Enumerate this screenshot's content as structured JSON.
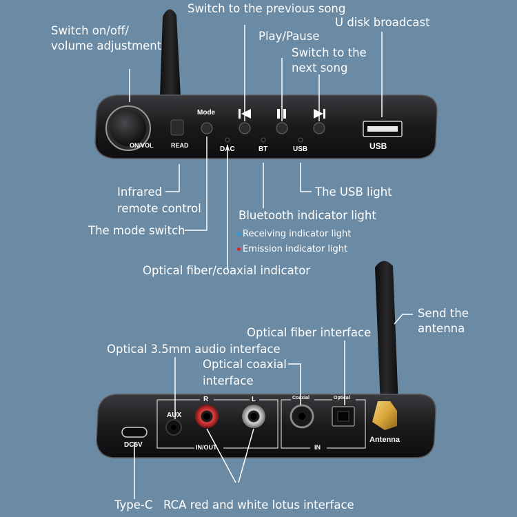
{
  "front": {
    "callouts": {
      "power_volume_line1": "Switch on/off/",
      "power_volume_line2": "volume adjustment",
      "previous_song": "Switch to the previous song",
      "play_pause": "Play/Pause",
      "next_song_line1": "Switch to the",
      "next_song_line2": "next song",
      "u_disk": "U disk broadcast",
      "infrared_line1": "Infrared",
      "infrared_line2": "remote control",
      "mode_switch": "The mode switch",
      "usb_light": "The USB light",
      "bluetooth_light": "Bluetooth indicator light",
      "receiving_light": "Receiving indicator light",
      "emission_light": "Emission indicator light",
      "optical_coaxial_indicator": "Optical fiber/coaxial indicator"
    },
    "device_labels": {
      "on_vol": "ON/VOL",
      "read": "READ",
      "mode": "Mode",
      "dac": "DAC",
      "bt": "BT",
      "usb_led": "USB",
      "usb_port": "USB"
    },
    "colors": {
      "receiving_dot": "#2f9be0",
      "emission_dot": "#d42a2a"
    }
  },
  "back": {
    "callouts": {
      "send_antenna_line1": "Send the",
      "send_antenna_line2": "antenna",
      "optical_fiber_interface": "Optical fiber interface",
      "optical_35_interface": "Optical 3.5mm audio interface",
      "optical_coaxial_line1": "Optical coaxial",
      "optical_coaxial_line2": "interface",
      "type_c": "Type-C",
      "rca": "RCA red and white lotus interface"
    },
    "device_labels": {
      "dc5v": "DC5V",
      "aux": "AUX",
      "r": "R",
      "l": "L",
      "in_out": "IN/OUT",
      "coaxial": "Coaxial",
      "optical": "Optical",
      "in": "IN",
      "antenna": "Antenna"
    }
  },
  "colors": {
    "background": "#6b8aa3",
    "device_body": "#1b1b1d",
    "callout_line": "#ffffff",
    "gold_connector": "#d9a63a"
  }
}
